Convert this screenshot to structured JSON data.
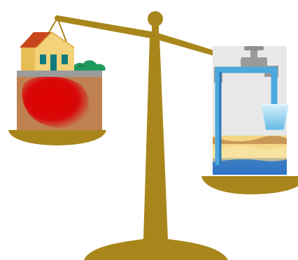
{
  "illustration": {
    "subject": "balance-scale",
    "left_pan": "house-on-soil-with-contamination",
    "right_pan": "water-tap-pipe-over-aquifer-with-glass"
  },
  "colors": {
    "scale": "#a9861b",
    "scale_dark": "#7f6410",
    "soil": "#bf8150",
    "contamination": "#e00000",
    "house_wall": "#f3d27a",
    "roof": "#c8461c",
    "window": "#0f7b7e",
    "shrub": "#1f9b5e",
    "paving": "#9c9c9c",
    "pipe": "#4da8dc",
    "pipe_dark": "#2676b8",
    "sand": "#f2d584",
    "water_glass": "#9fd6ec",
    "cabinet": "#e8e8e8",
    "tap": "#9a9a9a"
  }
}
